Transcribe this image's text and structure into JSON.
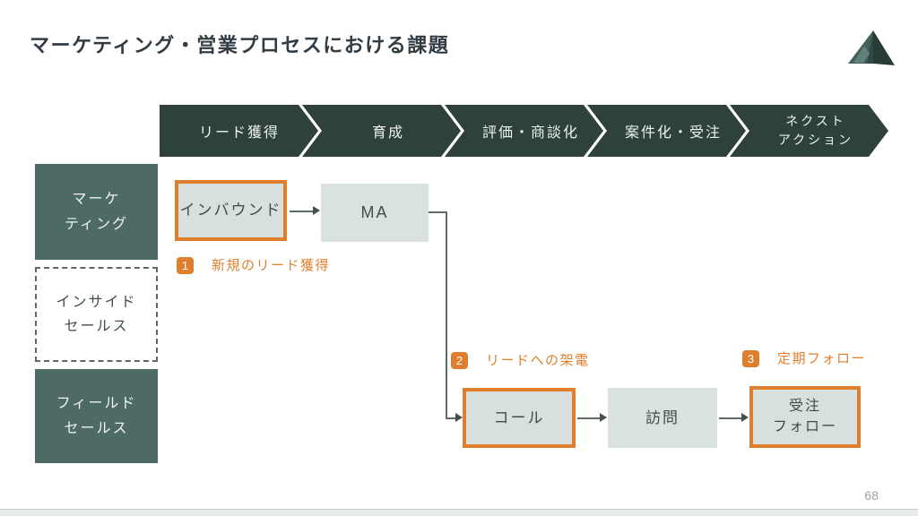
{
  "slide": {
    "title": "マーケティング・営業プロセスにおける課題",
    "page_number": "68"
  },
  "process_steps": [
    {
      "label": "リード獲得"
    },
    {
      "label": "育成"
    },
    {
      "label": "評価・商談化"
    },
    {
      "label": "案件化・受注"
    },
    {
      "label_line1": "ネクスト",
      "label_line2": "アクション"
    }
  ],
  "lanes": [
    {
      "label_line1": "マーケ",
      "label_line2": "ティング",
      "style": "solid"
    },
    {
      "label_line1": "インサイド",
      "label_line2": "セールス",
      "style": "dashed"
    },
    {
      "label_line1": "フィールド",
      "label_line2": "セールス",
      "style": "solid"
    }
  ],
  "flow_nodes": [
    {
      "label": "インバウンド",
      "highlighted": true
    },
    {
      "label": "MA",
      "highlighted": false
    },
    {
      "label": "コール",
      "highlighted": true
    },
    {
      "label": "訪問",
      "highlighted": false
    },
    {
      "label_line1": "受注",
      "label_line2": "フォロー",
      "highlighted": true
    }
  ],
  "annotations": [
    {
      "number": "1",
      "label": "新規のリード獲得"
    },
    {
      "number": "2",
      "label": "リードへの架電"
    },
    {
      "number": "3",
      "label": "定期フォロー"
    }
  ],
  "colors": {
    "chevron_dark_teal": "#2e413d",
    "lane_teal": "#4e6a64",
    "light_box_fill": "#d9e1de",
    "accent_orange": "#df7e2c",
    "connector_gray": "#5d6a66",
    "title_text": "#333c43",
    "page_number_gray": "#9aa1a4"
  }
}
